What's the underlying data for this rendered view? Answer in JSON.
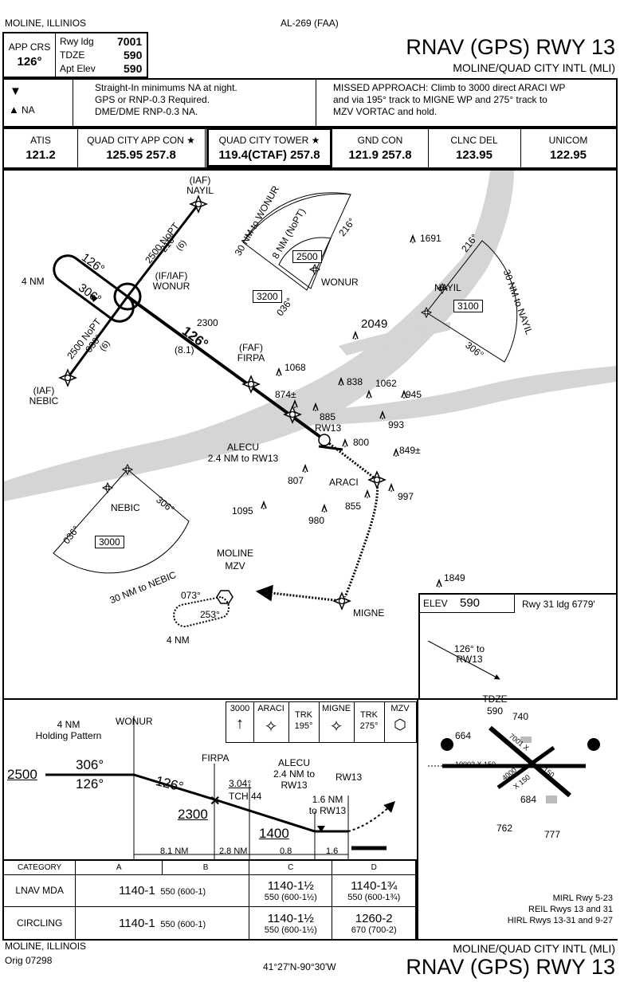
{
  "header": {
    "location": "MOLINE, ILLINIOS",
    "proc_id": "AL-269 (FAA)",
    "title": "RNAV (GPS) RWY 13",
    "airport": "MOLINE/QUAD CITY INTL (MLI)",
    "app_crs_label": "APP CRS",
    "app_crs": "126°",
    "rwy_ldg_label": "Rwy ldg",
    "rwy_ldg": "7001",
    "tdze_label": "TDZE",
    "tdze": "590",
    "apt_elev_label": "Apt Elev",
    "apt_elev": "590"
  },
  "notes": {
    "na_label": "NA",
    "left_lines": [
      "Straight-In minimums NA at night.",
      "GPS or RNP-0.3 Required.",
      "DME/DME RNP-0.3 NA."
    ],
    "missed_lines": [
      "MISSED APPROACH: Climb to 3000 direct ARACI WP",
      "and via 195° track to MIGNE WP and 275° track to",
      "MZV VORTAC and hold."
    ]
  },
  "comms": [
    {
      "label": "ATIS",
      "freq": "121.2"
    },
    {
      "label": "QUAD CITY APP CON ★",
      "freq": "125.95 257.8"
    },
    {
      "label": "QUAD CITY TOWER ★",
      "freq": "119.4(CTAF) 257.8"
    },
    {
      "label": "GND CON",
      "freq": "121.9 257.8"
    },
    {
      "label": "CLNC DEL",
      "freq": "123.95"
    },
    {
      "label": "UNICOM",
      "freq": "122.95"
    }
  ],
  "plan": {
    "fixes": {
      "nayil_top": "NAYIL",
      "iaf": "(IAF)",
      "iaf_if": "(IF/IAF)",
      "wonur": "WONUR",
      "faf": "(FAF)",
      "firpa": "FIRPA",
      "nebic": "NEBIC",
      "alecu": "ALECU",
      "alecu_dist": "2.4 NM to RW13",
      "rw13": "RW13",
      "araci": "ARACI",
      "migne": "MIGNE",
      "moline": "MOLINE",
      "mzv": "MZV",
      "nayil_r": "NAYIL",
      "wonur_c": "WONUR",
      "nebic_c": "NEBIC"
    },
    "labels": {
      "nm4": "4 NM",
      "c126": "126°",
      "c306": "306°",
      "nopt_ne": "2500 NoPT",
      "c216": "216°",
      "d6": "(6)",
      "nopt_sw": "2500 NoPT",
      "c036": "036°",
      "alt2300": "2300",
      "d81": "(8.1)",
      "wonur_arc": "30 NM to WONUR",
      "wonur_inner": "8 NM (NoPT)",
      "wonur_alt_in": "2500",
      "wonur_alt_out": "3200",
      "nayil_arc": "30 NM to NAYIL",
      "nayil_alt": "3100",
      "nebic_arc": "30 NM to NEBIC",
      "nebic_alt": "3000",
      "hold_out": "073°",
      "hold_in": "253°",
      "hold_nm": "4 NM"
    },
    "obstacles": [
      "1691",
      "2049",
      "1068",
      "838",
      "874±",
      "885",
      "1062",
      "945",
      "993",
      "800",
      "849±",
      "807",
      "997",
      "855",
      "1095",
      "980",
      "1849"
    ]
  },
  "airport_diagram": {
    "elev_label": "ELEV",
    "elev": "590",
    "rwy_ldg": "Rwy 31 ldg 6779'",
    "inbound": "126° to",
    "inbound2": "RW13",
    "tdze_label": "TDZE",
    "tdze": "590",
    "obs": [
      "740",
      "664",
      "684",
      "762",
      "777"
    ],
    "rwy_dim1": "10002 X 150",
    "rwy_dim2": "7001 X",
    "rwy_dim3": "4000",
    "rwy_dim4": "X 150",
    "rwy_dim5": "150",
    "lighting": [
      "MIRL Rwy 5-23",
      "REIL Rwys 13 and 31",
      "HIRL Rwys 13-31 and 9-27"
    ]
  },
  "profile": {
    "holding": "4 NM",
    "holding2": "Holding Pattern",
    "wonur": "WONUR",
    "alt2500": "2500",
    "c306": "306°",
    "c126": "126°",
    "c126b": "126°",
    "firpa": "FIRPA",
    "gs": "3.04°",
    "tch": "TCH 44",
    "alecu": "ALECU",
    "alecu2": "2.4 NM to",
    "alecu3": "RW13",
    "rw13": "RW13",
    "alt2300": "2300",
    "d16": "1.6 NM",
    "d16b": "to RW13",
    "alt1400": "1400",
    "seg1": "8.1 NM",
    "seg2": "2.8 NM",
    "seg3": "0.8",
    "seg4": "1.6",
    "ma_alt": "3000",
    "ma_araci": "ARACI",
    "ma_trk1": "TRK",
    "ma_trk1v": "195°",
    "ma_migne": "MIGNE",
    "ma_trk2": "TRK",
    "ma_trk2v": "275°",
    "ma_mzv": "MZV"
  },
  "minima": {
    "category_label": "CATEGORY",
    "cats": [
      "A",
      "B",
      "C",
      "D"
    ],
    "rows": [
      {
        "label": "LNAV MDA",
        "ab_main": "1140-1",
        "ab_sub": "550 (600-1)",
        "c_main": "1140-1½",
        "c_sub": "550 (600-1½)",
        "d_main": "1140-1¾",
        "d_sub": "550 (600-1¾)"
      },
      {
        "label": "CIRCLING",
        "ab_main": "1140-1",
        "ab_sub": "550 (600-1)",
        "c_main": "1140-1½",
        "c_sub": "550 (600-1½)",
        "d_main": "1260-2",
        "d_sub": "670 (700-2)"
      }
    ]
  },
  "footer": {
    "location": "MOLINE, ILLINOIS",
    "orig": "Orig 07298",
    "coords": "41°27'N-90°30'W",
    "airport": "MOLINE/QUAD CITY INTL (MLI)",
    "title": "RNAV (GPS) RWY 13"
  }
}
